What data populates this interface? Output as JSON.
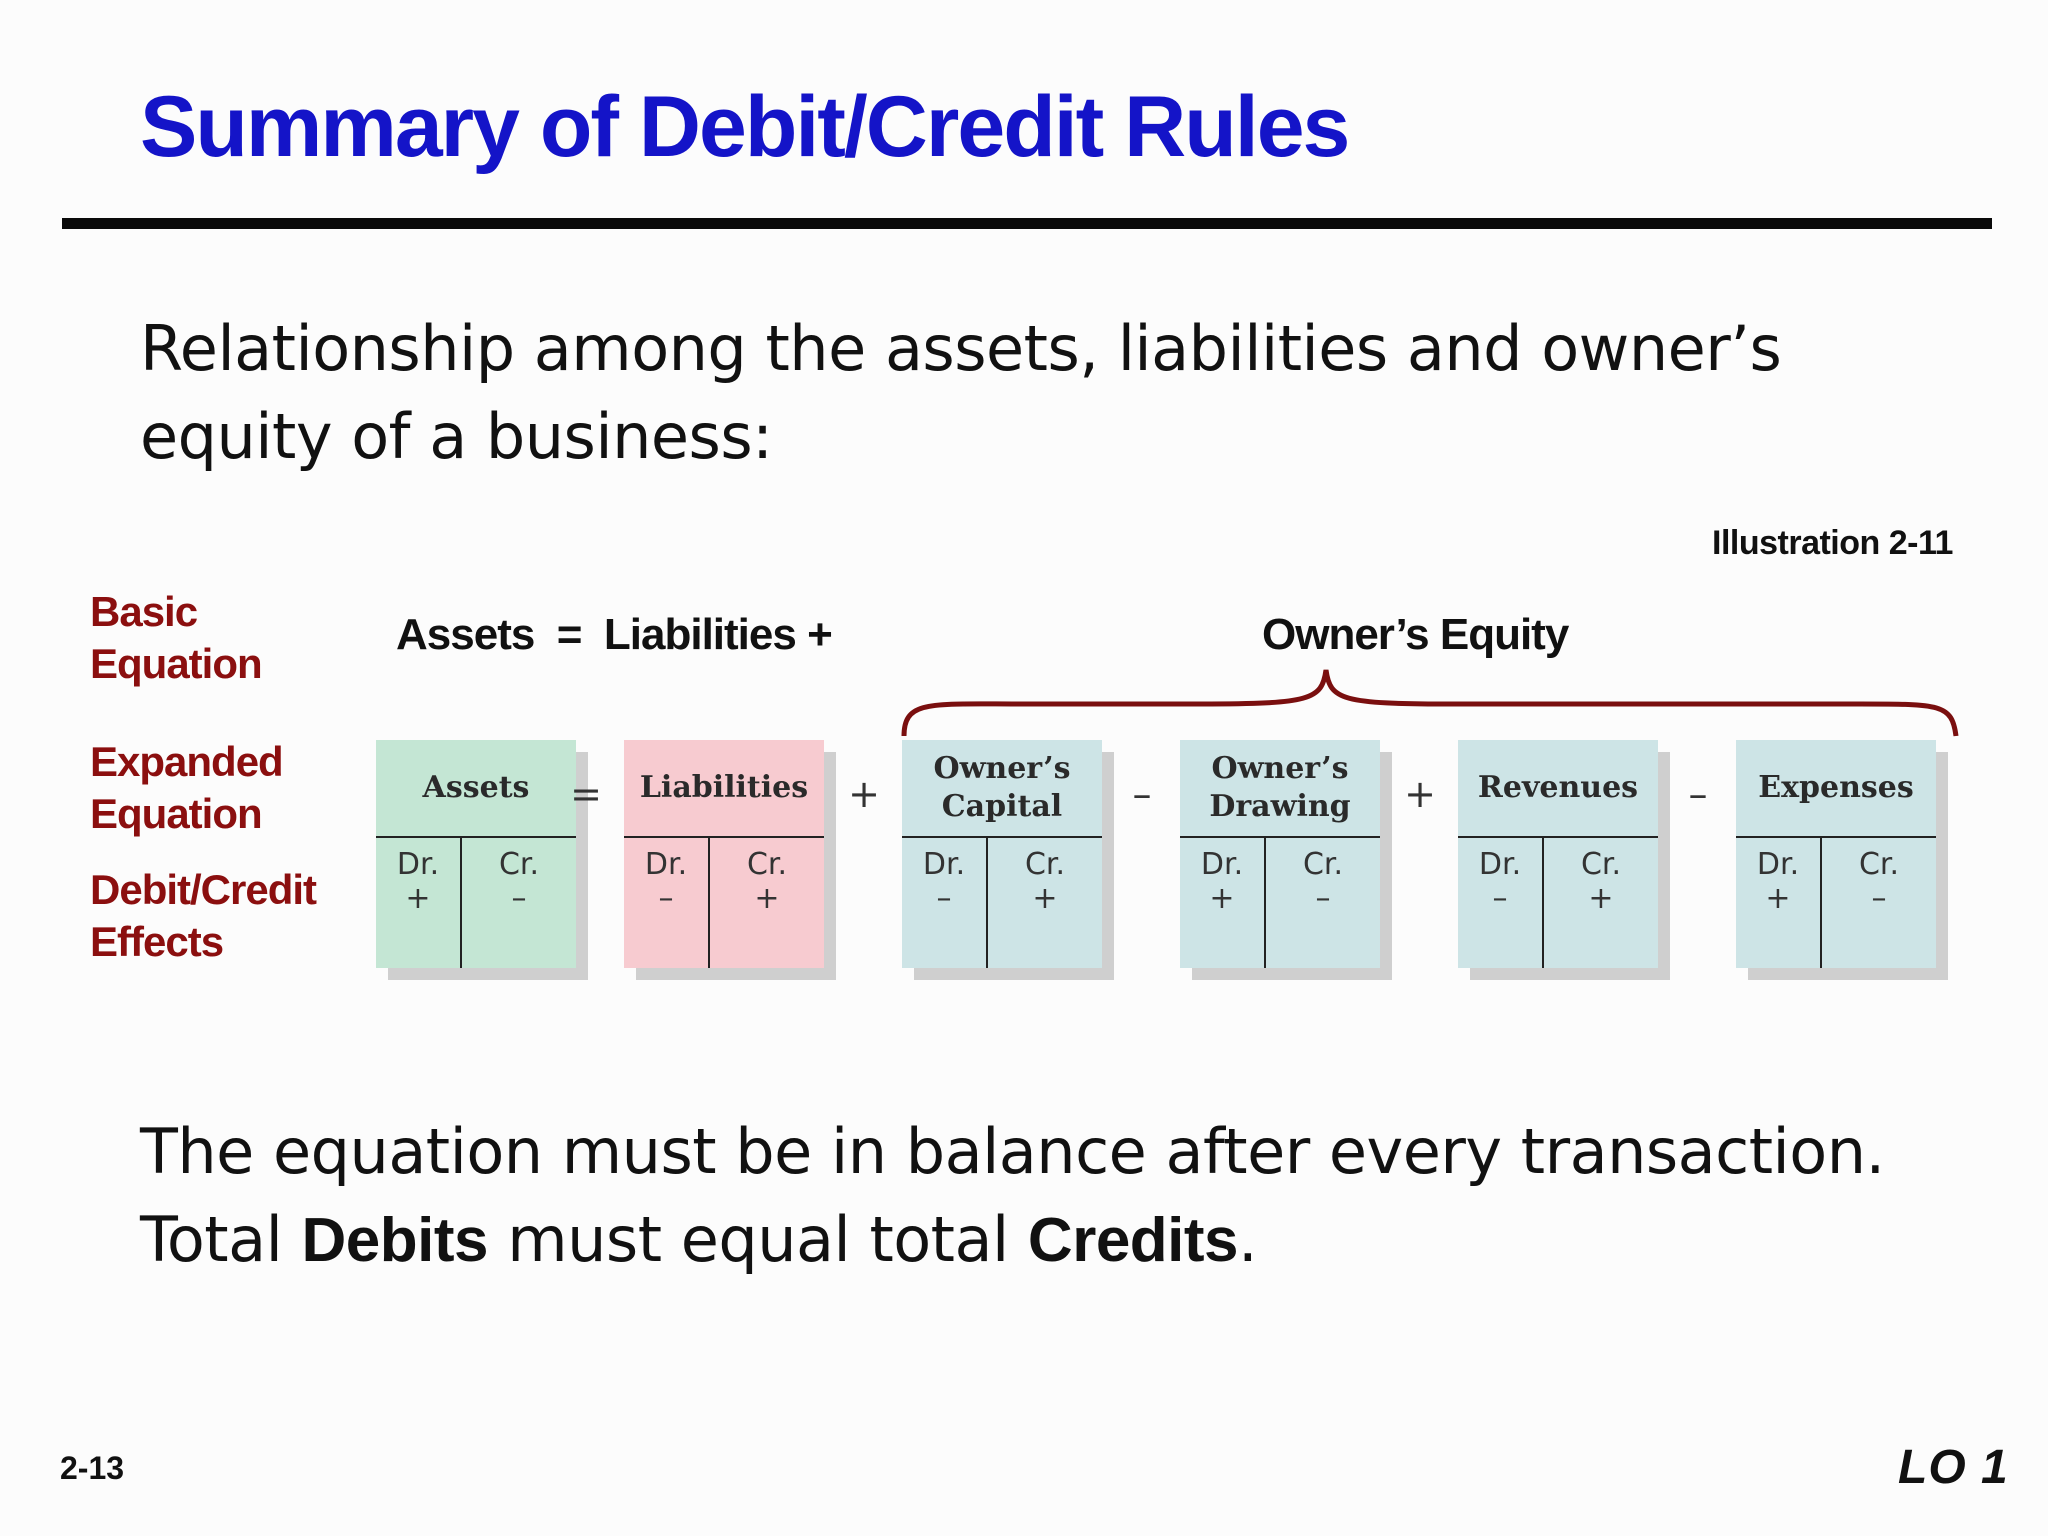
{
  "title": "Summary of Debit/Credit Rules",
  "intro": "Relationship among the assets, liabilities and owner’s equity of a business:",
  "illustration": "Illustration 2-11",
  "row_labels": {
    "basic": [
      "Basic",
      "Equation"
    ],
    "expanded": [
      "Expanded",
      "Equation"
    ],
    "effects": [
      "Debit/Credit",
      "Effects"
    ]
  },
  "basic_equation": {
    "left": "Assets  =  Liabilities +",
    "owners_equity": "Owner’s Equity"
  },
  "dr_label": "Dr.",
  "cr_label": "Cr.",
  "accounts": [
    {
      "name_lines": [
        "Assets"
      ],
      "dr": "+",
      "cr": "–",
      "color": "#c4e6d4"
    },
    {
      "name_lines": [
        "Liabilities"
      ],
      "dr": "–",
      "cr": "+",
      "color": "#f7cbd0"
    },
    {
      "name_lines": [
        "Owner’s",
        "Capital"
      ],
      "dr": "–",
      "cr": "+",
      "color": "#cde4e6"
    },
    {
      "name_lines": [
        "Owner’s",
        "Drawing"
      ],
      "dr": "+",
      "cr": "–",
      "color": "#cde4e6"
    },
    {
      "name_lines": [
        "Revenues"
      ],
      "dr": "–",
      "cr": "+",
      "color": "#cde4e6"
    },
    {
      "name_lines": [
        "Expenses"
      ],
      "dr": "+",
      "cr": "–",
      "color": "#cde4e6"
    }
  ],
  "operators": [
    "=",
    "+",
    "–",
    "+",
    "–"
  ],
  "brace_color": "#7a0f0f",
  "closing": {
    "part1": "The equation must be in balance after every transaction.  Total ",
    "debits": "Debits",
    "part2": " must equal total ",
    "credits": "Credits",
    "part3": "."
  },
  "page_number": "2-13",
  "learning_objective": "LO 1"
}
